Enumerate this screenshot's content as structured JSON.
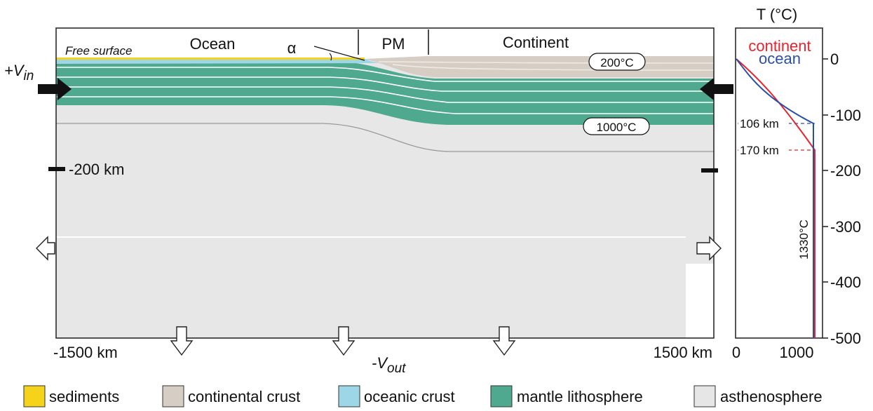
{
  "model": {
    "regions": {
      "ocean": "Ocean",
      "pm": "PM",
      "continent": "Continent"
    },
    "free_surface": "Free surface",
    "angle_symbol": "α",
    "isotherms": {
      "shallow": "200°C",
      "deep": "1000°C"
    },
    "depth_marker": "-200 km",
    "left_extent": "-1500 km",
    "right_extent": "1500 km",
    "v_in": {
      "base": "+V",
      "sub": "in"
    },
    "v_out": {
      "base": "-V",
      "sub": "out"
    }
  },
  "profile": {
    "axis_title": "T (°C)",
    "legend": {
      "continent": "continent",
      "ocean": "ocean"
    },
    "depth_ticks": [
      "0",
      "-100",
      "-200",
      "-300",
      "-400",
      "-500"
    ],
    "temperature_ticks": [
      "0",
      "1000"
    ],
    "annotations": {
      "ocean_base": "106 km",
      "continent_base": "170 km",
      "mantle_temp": "1330°C"
    },
    "colors": {
      "continent": "#e8232b",
      "ocean": "#2a4fa6"
    }
  },
  "legend": [
    {
      "label": "sediments",
      "color": "#f5d31a"
    },
    {
      "label": "continental crust",
      "color": "#d6cdc4"
    },
    {
      "label": "oceanic crust",
      "color": "#9dd6e6"
    },
    {
      "label": "mantle lithosphere",
      "color": "#4fa98e"
    },
    {
      "label": "asthenosphere",
      "color": "#e6e6e6"
    }
  ]
}
